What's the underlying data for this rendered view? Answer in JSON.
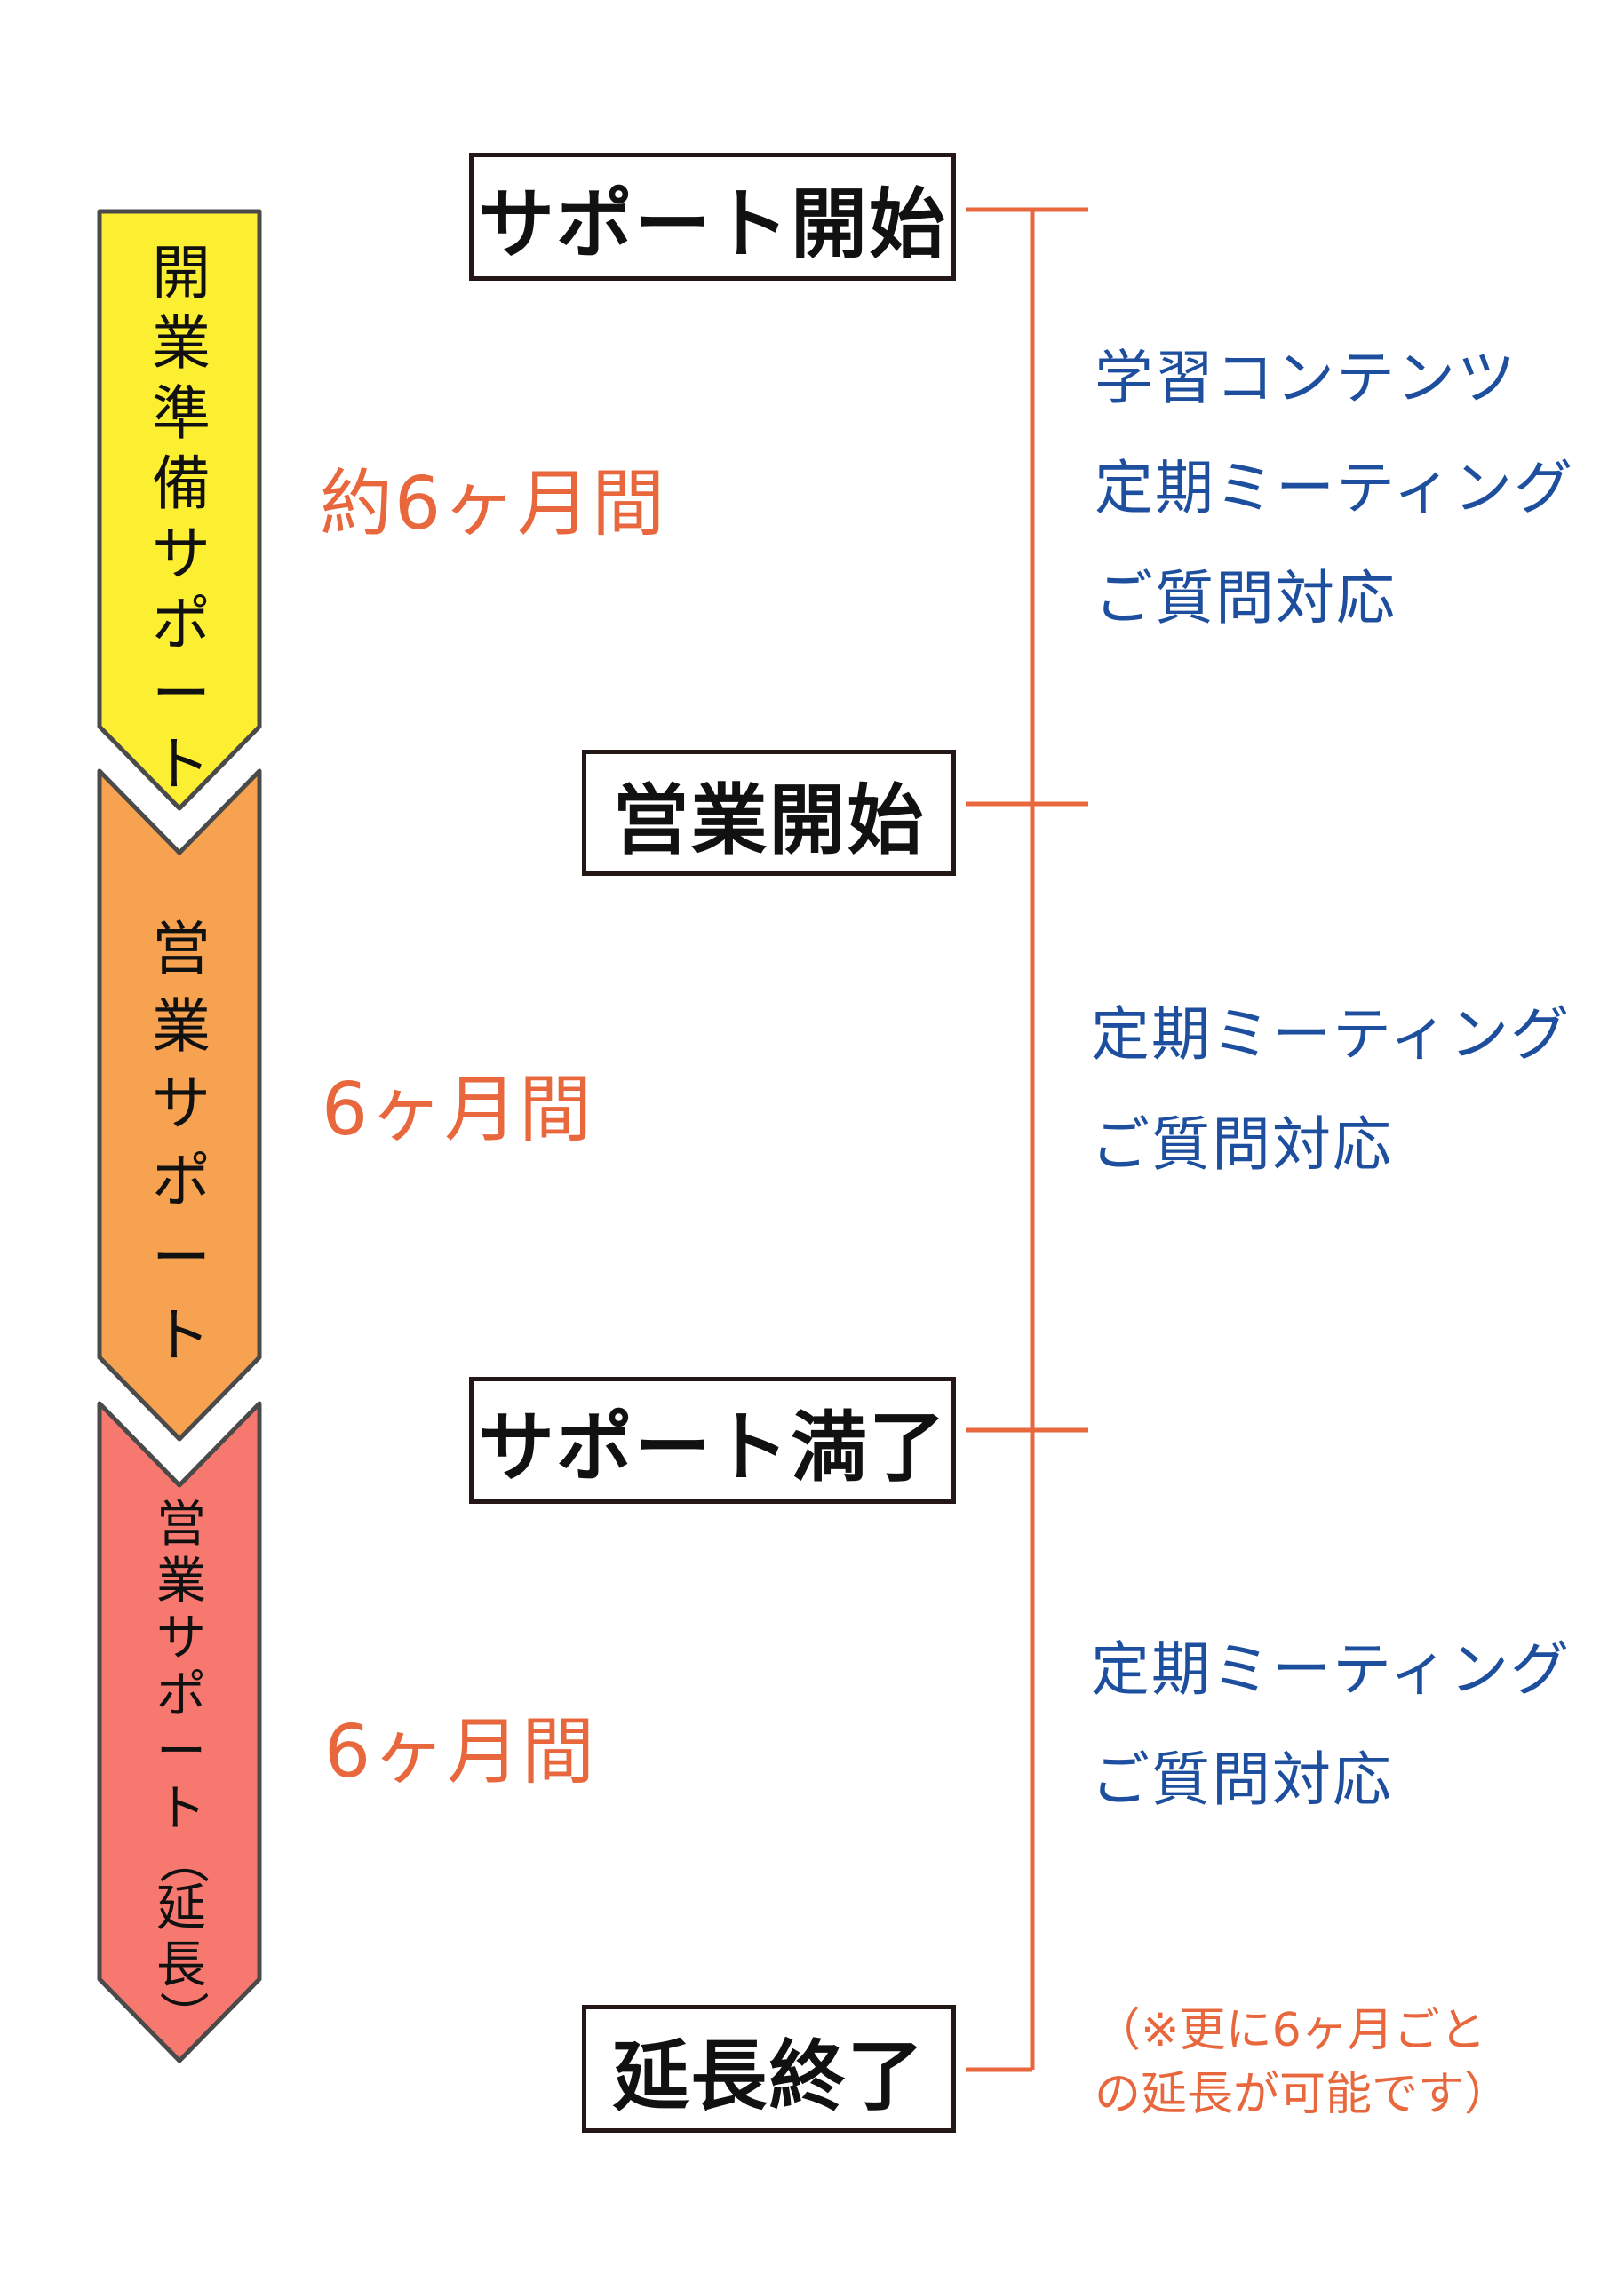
{
  "phases": [
    {
      "label_chars": [
        "開",
        "業",
        "準",
        "備",
        "サ",
        "ポ",
        "ー",
        "ト"
      ],
      "color": "#fcee30"
    },
    {
      "label_chars": [
        "営",
        "業",
        "サ",
        "ポ",
        "ー",
        "ト"
      ],
      "color": "#f7a250"
    },
    {
      "label_chars": [
        "営",
        "業",
        "サ",
        "ポ",
        "ー",
        "ト"
      ],
      "paren_open": "（",
      "extension_chars": [
        "延",
        "長"
      ],
      "paren_close": "）",
      "color": "#f7786f"
    }
  ],
  "milestones": [
    "サポート開始",
    "営業開始",
    "サポート満了",
    "延長終了"
  ],
  "durations": [
    "約6ヶ月間",
    "6ヶ月間",
    "6ヶ月間"
  ],
  "services": [
    [
      "学習コンテンツ",
      "定期ミーティング",
      "ご質問対応"
    ],
    [
      "定期ミーティング",
      "ご質問対応"
    ],
    [
      "定期ミーティング",
      "ご質問対応"
    ]
  ],
  "note": [
    "（※更に6ヶ月ごと",
    "の延長が可能です）"
  ],
  "colors": {
    "timeline": "#e8673d",
    "duration_text": "#e8673d",
    "service_text": "#1d4f9e",
    "box_border": "#231815"
  }
}
